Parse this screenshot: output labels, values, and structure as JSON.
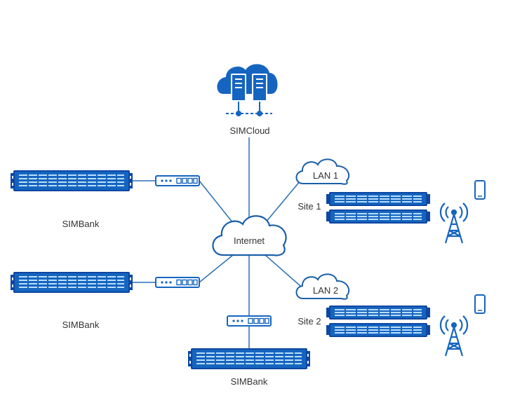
{
  "colors": {
    "device_blue": "#1565c0",
    "device_dark": "#0d47a1",
    "line": "#2a6fb5",
    "cloud_stroke": "#1a5fa8",
    "text": "#333333"
  },
  "nodes": {
    "simcloud": {
      "label": "SIMCloud",
      "icon": "server-cloud-icon"
    },
    "internet": {
      "label": "Internet",
      "icon": "cloud-icon"
    },
    "lan1": {
      "label": "LAN 1",
      "icon": "cloud-icon"
    },
    "lan2": {
      "label": "LAN 2",
      "icon": "cloud-icon"
    },
    "site1": {
      "label": "Site 1"
    },
    "site2": {
      "label": "Site 2"
    },
    "simbank_1": {
      "label": "SIMBank",
      "icon": "rack-device-icon"
    },
    "simbank_2": {
      "label": "SIMBank",
      "icon": "rack-device-icon"
    },
    "simbank_3": {
      "label": "SIMBank",
      "icon": "rack-device-icon"
    }
  }
}
